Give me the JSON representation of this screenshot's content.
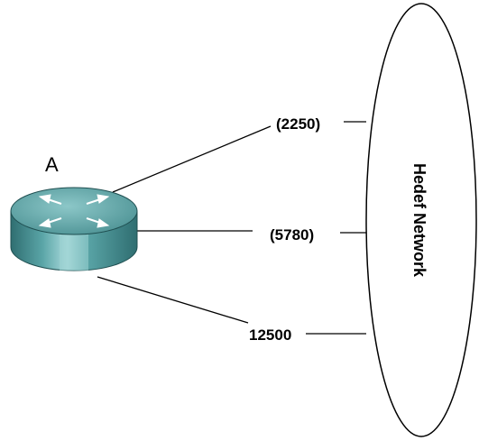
{
  "router": {
    "label": "A",
    "icon": "router-icon"
  },
  "links": [
    {
      "label": "(2250)"
    },
    {
      "label": "(5780)"
    },
    {
      "label": "12500"
    }
  ],
  "network": {
    "label": "Hedef Network"
  },
  "colors": {
    "router_body": "#4f9a9c",
    "router_top": "#6fb2b3",
    "router_dark": "#2e6d70",
    "line": "#000000"
  }
}
